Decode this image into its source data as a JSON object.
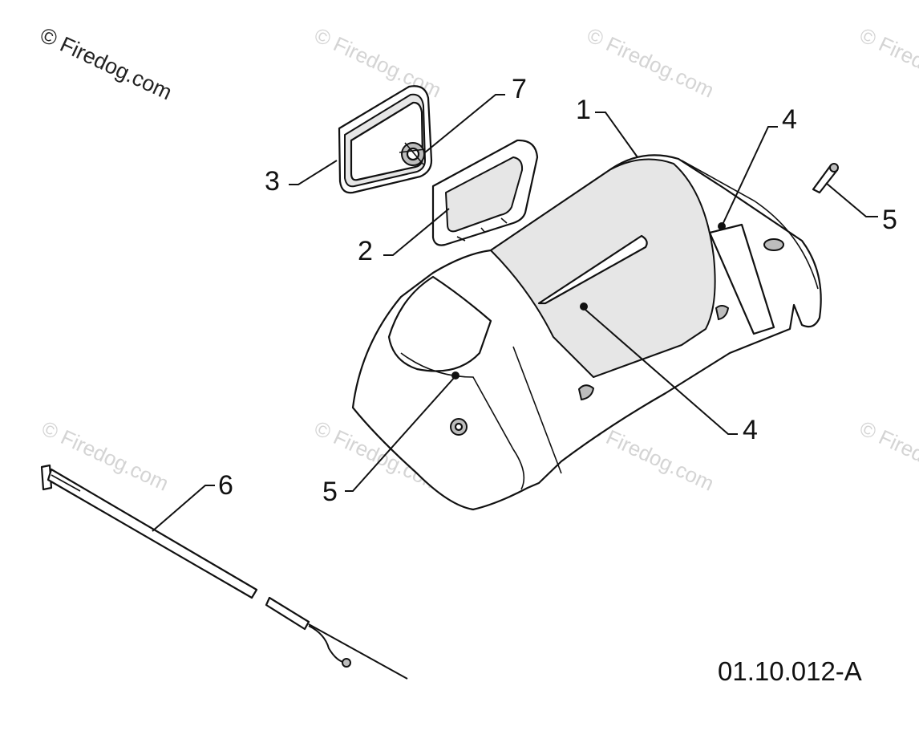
{
  "watermark": {
    "main": "© Firedog.com",
    "faint": "© Firedog.com"
  },
  "callouts": [
    "1",
    "2",
    "3",
    "4",
    "4",
    "5",
    "5",
    "6",
    "7"
  ],
  "diagram_code": "01.10.012-A"
}
